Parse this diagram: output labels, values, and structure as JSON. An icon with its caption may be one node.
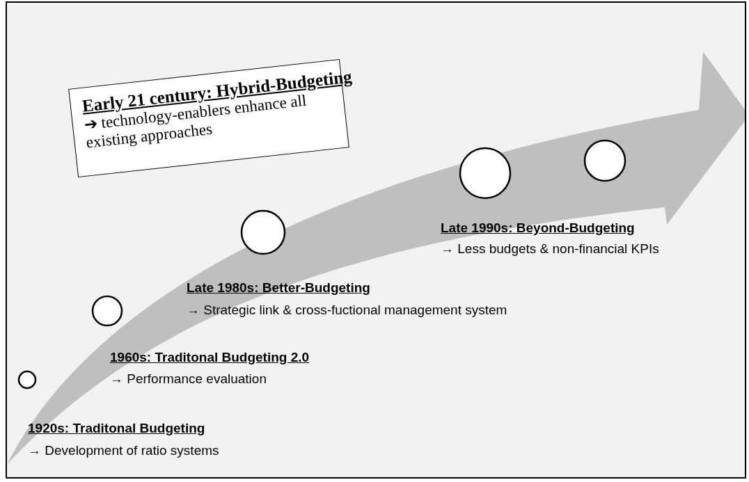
{
  "diagram": {
    "nodes": [
      {
        "text": [
          "Early 21 century: Hybrid-Budgeting",
          "➔ technology-enablers enhance all existing approaches"
        ]
      },
      {
        "text": [],
        "shape": "circle"
      },
      {
        "text": [],
        "shape": "circle"
      },
      {
        "text": [],
        "shape": "circle"
      },
      {
        "text": [],
        "shape": "circle"
      },
      {
        "text": [],
        "shape": "circle"
      }
    ],
    "labels": [
      "Late 1990s: Beyond-Budgeting",
      "→ Less budgets & non-financial KPIs",
      "Late 1980s: Better-Budgeting",
      "→ Strategic link & cross-fuctional management system",
      "1960s: Traditonal Budgeting 2.0",
      "→ Performance evaluation",
      "1920s: Traditonal Budgeting",
      "→ Development of ratio systems"
    ]
  }
}
